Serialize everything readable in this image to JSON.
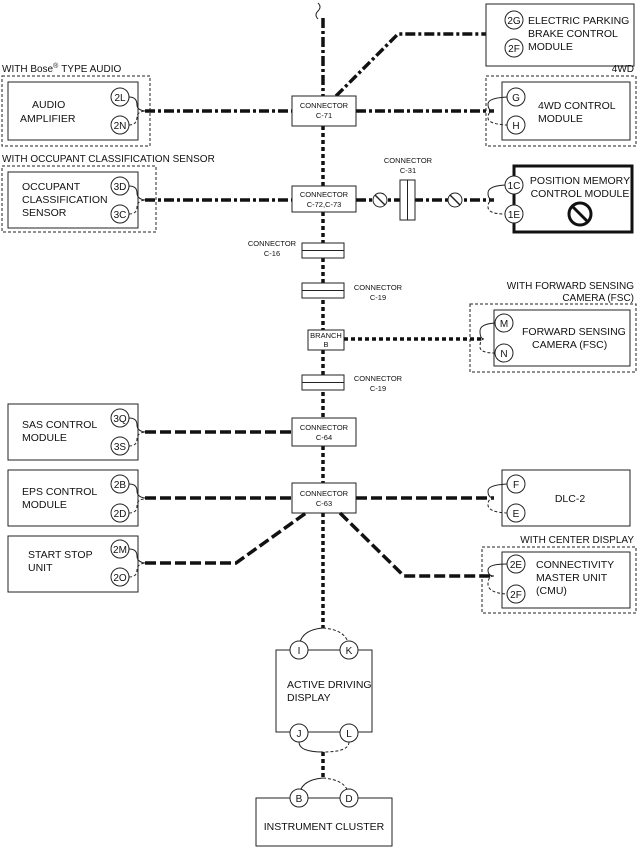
{
  "headers": {
    "bose": "WITH Bose",
    "bose_reg": "®",
    "bose_suffix": "TYPE AUDIO",
    "fourwd": "4WD",
    "occupant": "WITH OCCUPANT CLASSIFICATION SENSOR",
    "fsc_line1": "WITH FORWARD SENSING",
    "fsc_line2": "CAMERA (FSC)",
    "center_display": "WITH CENTER DISPLAY"
  },
  "modules": {
    "epb": {
      "line1": "ELECTRIC PARKING",
      "line2": "BRAKE CONTROL",
      "line3": "MODULE",
      "pin1": "2G",
      "pin2": "2F"
    },
    "audio": {
      "line1": "AUDIO",
      "line2": "AMPLIFIER",
      "pin1": "2L",
      "pin2": "2N"
    },
    "fourwd": {
      "line1": "4WD CONTROL",
      "line2": "MODULE",
      "pin1": "G",
      "pin2": "H"
    },
    "ocs": {
      "line1": "OCCUPANT",
      "line2": "CLASSIFICATION",
      "line3": "SENSOR",
      "pin1": "3D",
      "pin2": "3C"
    },
    "pos_mem": {
      "line1": "POSITION MEMORY",
      "line2": "CONTROL MODULE",
      "pin1": "1C",
      "pin2": "1E"
    },
    "fsc": {
      "line1": "FORWARD SENSING",
      "line2": "CAMERA (FSC)",
      "pin1": "M",
      "pin2": "N"
    },
    "sas": {
      "line1": "SAS CONTROL",
      "line2": "MODULE",
      "pin1": "3Q",
      "pin2": "3S"
    },
    "eps": {
      "line1": "EPS CONTROL",
      "line2": "MODULE",
      "pin1": "2B",
      "pin2": "2D"
    },
    "dlc": {
      "line1": "DLC-2",
      "pin1": "F",
      "pin2": "E"
    },
    "ssu": {
      "line1": "START STOP",
      "line2": "UNIT",
      "pin1": "2M",
      "pin2": "2O"
    },
    "cmu": {
      "line1": "CONNECTIVITY",
      "line2": "MASTER UNIT",
      "line3": "(CMU)",
      "pin1": "2E",
      "pin2": "2F"
    },
    "add": {
      "line1": "ACTIVE DRIVING",
      "line2": "DISPLAY",
      "pin_tl": "I",
      "pin_tr": "K",
      "pin_bl": "J",
      "pin_br": "L"
    },
    "ic": {
      "line1": "INSTRUMENT CLUSTER",
      "pin1": "B",
      "pin2": "D"
    }
  },
  "connectors": {
    "c71": {
      "line1": "CONNECTOR",
      "line2": "C-71"
    },
    "c72": {
      "line1": "CONNECTOR",
      "line2": "C-72,C-73"
    },
    "c31": {
      "line1": "CONNECTOR",
      "line2": "C-31"
    },
    "c16": {
      "line1": "CONNECTOR",
      "line2": "C-16"
    },
    "c19a": {
      "line1": "CONNECTOR",
      "line2": "C-19"
    },
    "branch": {
      "line1": "BRANCH",
      "line2": "B"
    },
    "c19b": {
      "line1": "CONNECTOR",
      "line2": "C-19"
    },
    "c64": {
      "line1": "CONNECTOR",
      "line2": "C-64"
    },
    "c63": {
      "line1": "CONNECTOR",
      "line2": "C-63"
    }
  }
}
